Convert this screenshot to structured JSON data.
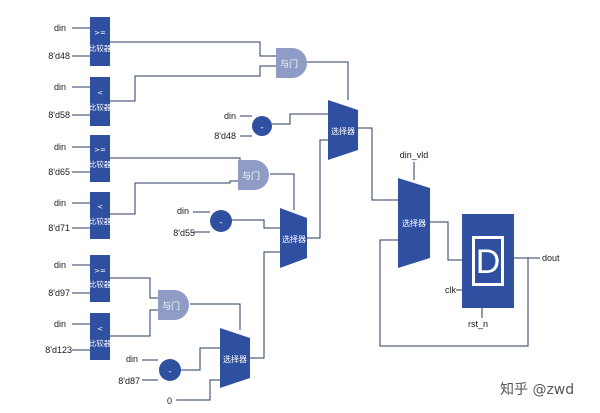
{
  "comparators": [
    {
      "op": ">=",
      "name": "比较器",
      "a": "din",
      "b": "8'd48"
    },
    {
      "op": "<",
      "name": "比较器",
      "a": "din",
      "b": "8'd58"
    },
    {
      "op": ">=",
      "name": "比较器",
      "a": "din",
      "b": "8'd65"
    },
    {
      "op": "<",
      "name": "比较器",
      "a": "din",
      "b": "8'd71"
    },
    {
      "op": ">=",
      "name": "比较器",
      "a": "din",
      "b": "8'd97"
    },
    {
      "op": "<",
      "name": "比较器",
      "a": "din",
      "b": "8'd123"
    }
  ],
  "and_gates": [
    "与门",
    "与门",
    "与门"
  ],
  "subtractors": [
    {
      "op": "-",
      "a": "din",
      "b": "8'd48"
    },
    {
      "op": "-",
      "a": "din",
      "b": "8'd55"
    },
    {
      "op": "-",
      "a": "din",
      "b": "8'd87"
    }
  ],
  "muxes": [
    "选择器",
    "选择器",
    "选择器",
    "选择器"
  ],
  "zero_input": "0",
  "valid_label": "din_vld",
  "register": {
    "label": "D",
    "clk": "clk",
    "rst": "rst_n"
  },
  "output_label": "dout",
  "watermark": "知乎 @zwd"
}
